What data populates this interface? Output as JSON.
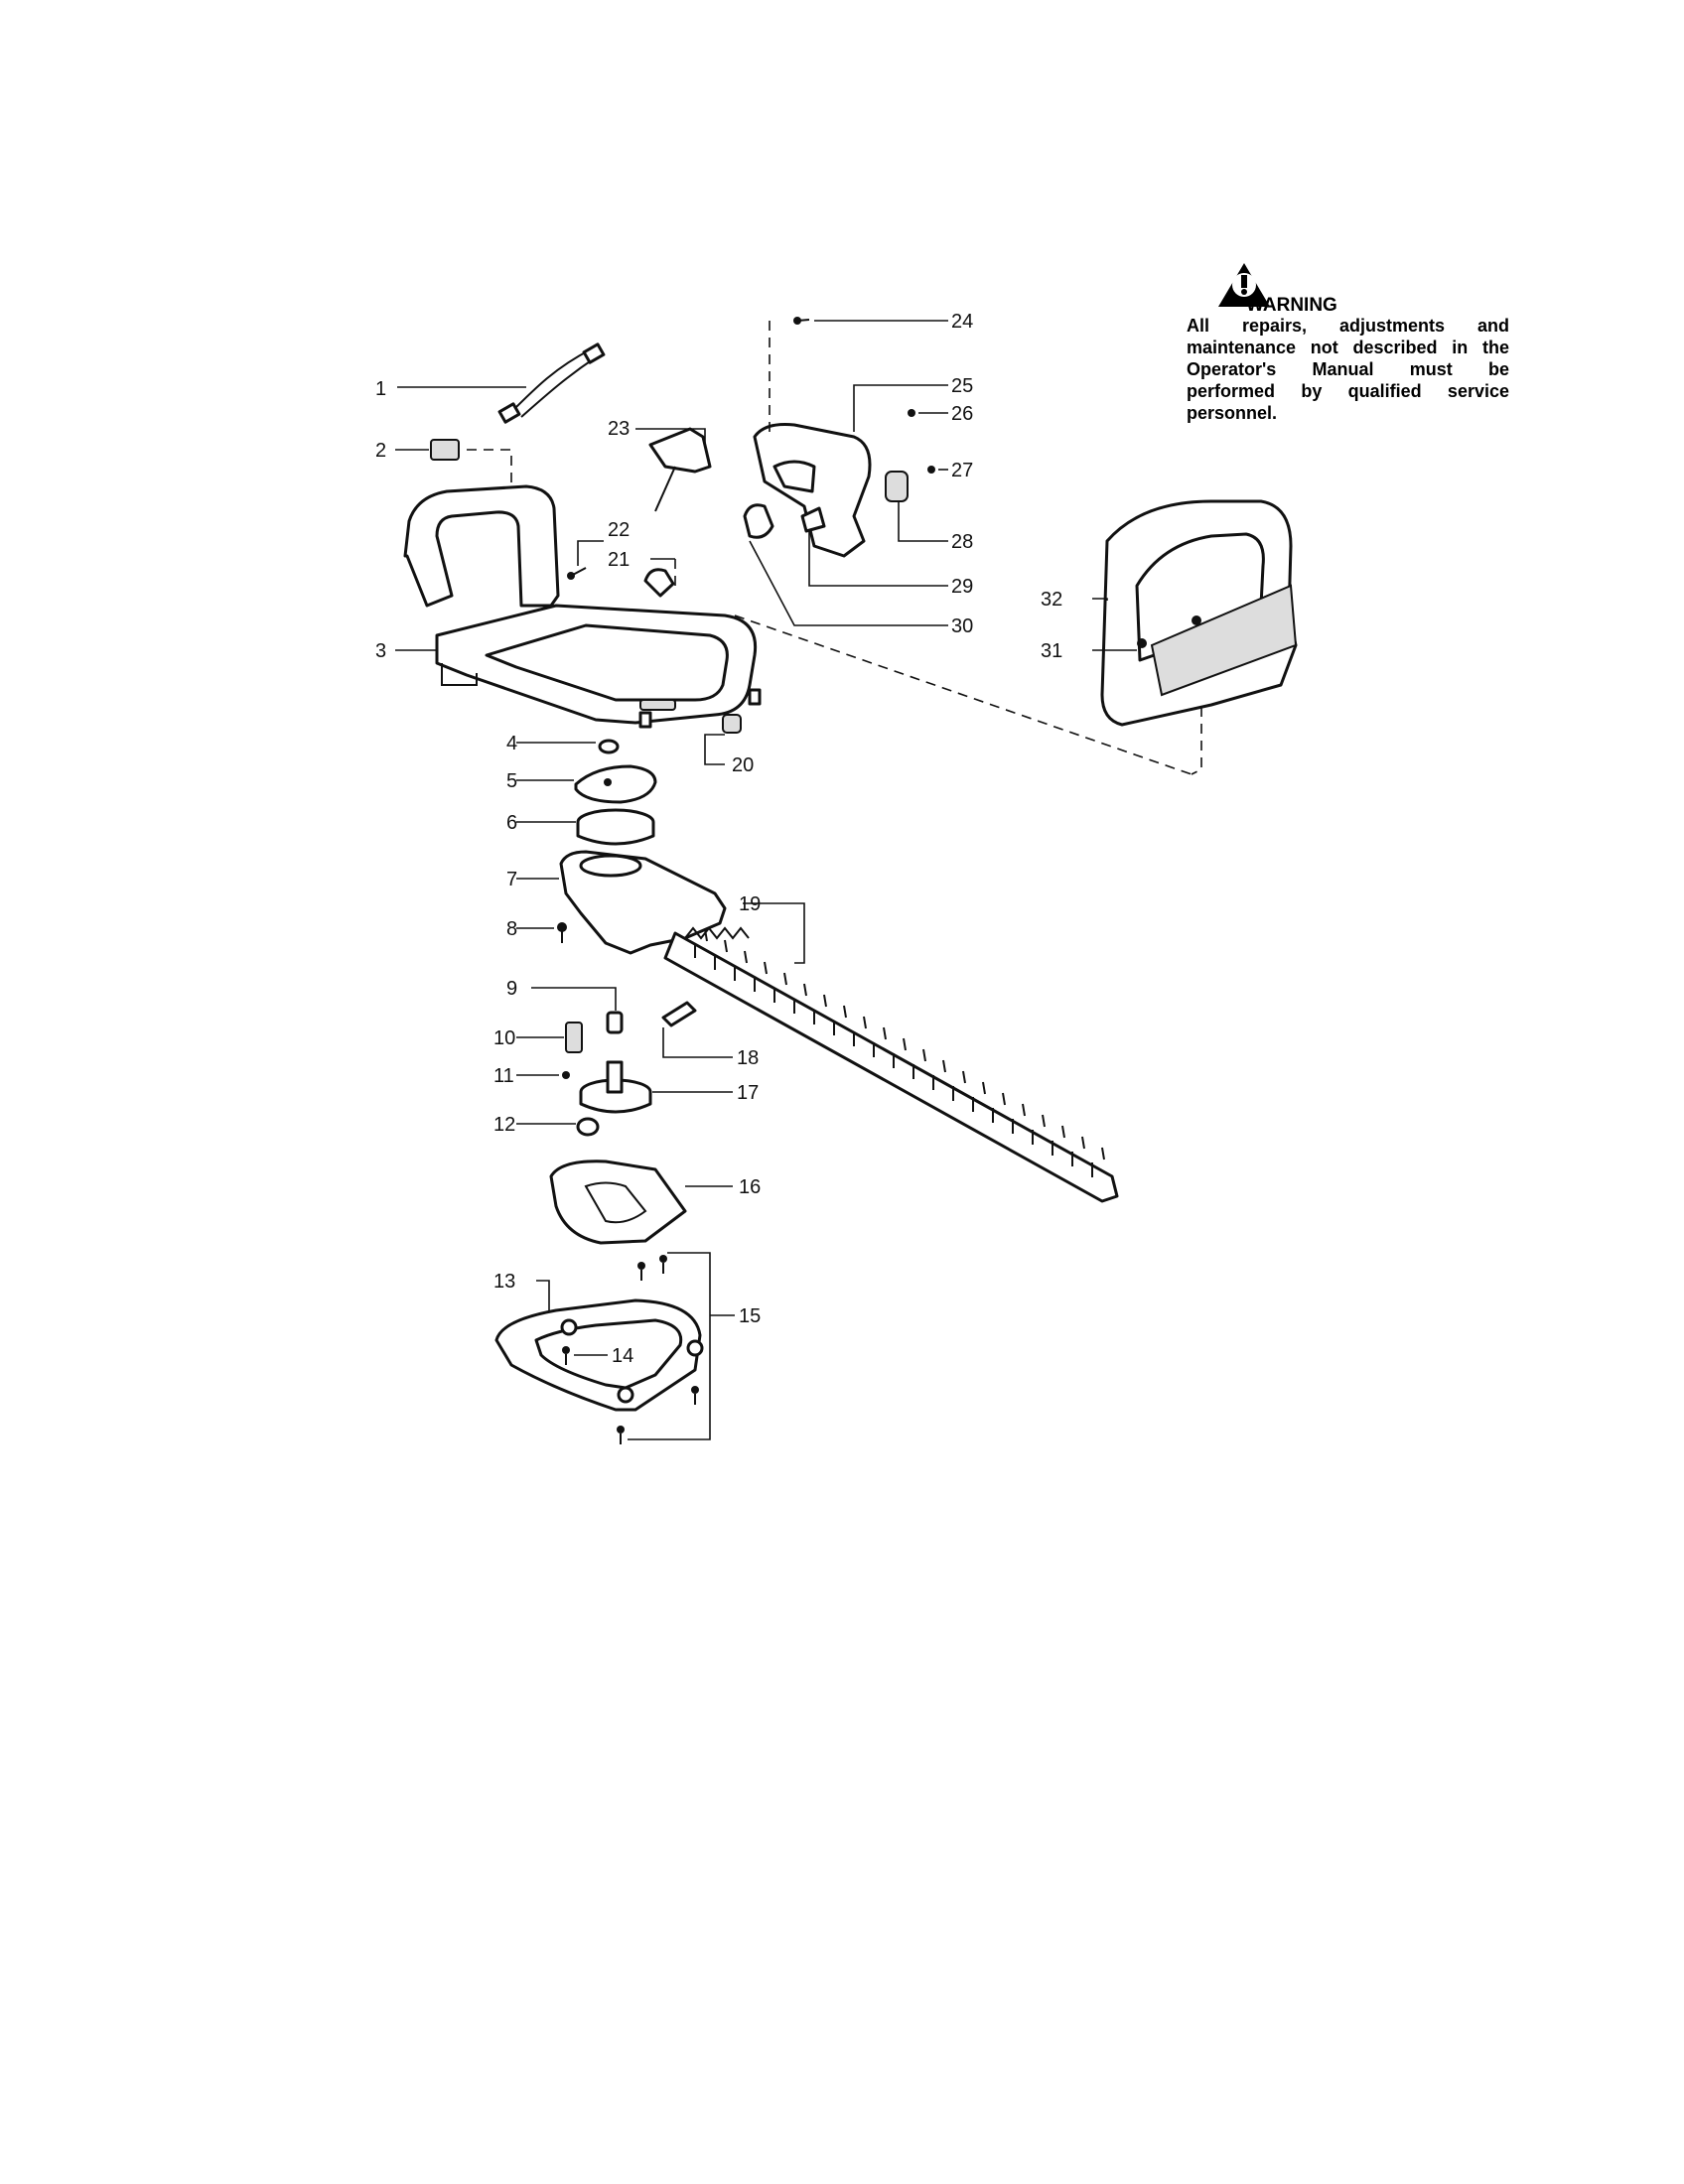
{
  "warning": {
    "title": "WARNING",
    "text": "All repairs, adjustments and maintenance not described in the Operator's Manual must be performed by qualified service personnel.",
    "icon": "warning-triangle-icon"
  },
  "parts": [
    {
      "id": "1"
    },
    {
      "id": "2"
    },
    {
      "id": "3"
    },
    {
      "id": "4"
    },
    {
      "id": "5"
    },
    {
      "id": "6"
    },
    {
      "id": "7"
    },
    {
      "id": "8"
    },
    {
      "id": "9"
    },
    {
      "id": "10"
    },
    {
      "id": "11"
    },
    {
      "id": "12"
    },
    {
      "id": "13"
    },
    {
      "id": "14"
    },
    {
      "id": "15"
    },
    {
      "id": "16"
    },
    {
      "id": "17"
    },
    {
      "id": "18"
    },
    {
      "id": "19"
    },
    {
      "id": "20"
    },
    {
      "id": "21"
    },
    {
      "id": "22"
    },
    {
      "id": "23"
    },
    {
      "id": "24"
    },
    {
      "id": "25"
    },
    {
      "id": "26"
    },
    {
      "id": "27"
    },
    {
      "id": "28"
    },
    {
      "id": "29"
    },
    {
      "id": "30"
    },
    {
      "id": "31"
    },
    {
      "id": "32"
    }
  ]
}
